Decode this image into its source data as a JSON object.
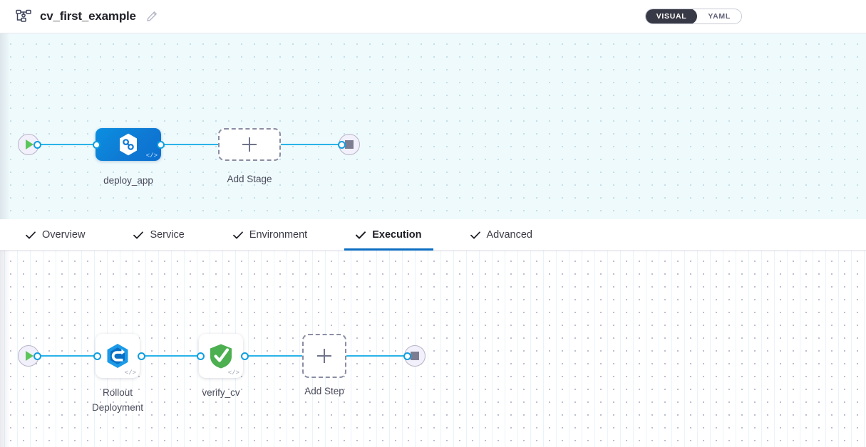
{
  "header": {
    "pipeline_icon": "pipeline-flow-icon",
    "title": "cv_first_example",
    "edit_icon": "pencil-edit-icon",
    "view_toggle": {
      "visual_label": "VISUAL",
      "yaml_label": "YAML",
      "selected": "VISUAL"
    }
  },
  "tabs": [
    {
      "label": "Overview",
      "icon": "check-icon",
      "active": false
    },
    {
      "label": "Service",
      "icon": "check-icon",
      "active": false
    },
    {
      "label": "Environment",
      "icon": "check-icon",
      "active": false
    },
    {
      "label": "Execution",
      "icon": "check-icon",
      "active": true
    },
    {
      "label": "Advanced",
      "icon": "check-icon",
      "active": false
    }
  ],
  "stage_canvas": {
    "start_icon": "play-start-icon",
    "end_icon": "stop-end-icon",
    "stage": {
      "label": "deploy_app",
      "icon": "harness-hexagon-infinity-icon",
      "code_glyph": "</>"
    },
    "add_stage": {
      "label": "Add Stage",
      "icon": "plus-icon"
    }
  },
  "execution_canvas": {
    "start_icon": "play-start-icon",
    "end_icon": "stop-end-icon",
    "steps": [
      {
        "label": "Rollout\nDeployment",
        "icon": "rollout-deployment-icon",
        "code_glyph": "</>"
      },
      {
        "label": "verify_cv",
        "icon": "green-shield-check-icon",
        "code_glyph": "</>"
      }
    ],
    "add_step": {
      "label": "Add Step",
      "icon": "plus-icon"
    }
  },
  "colors": {
    "accent_blue": "#0b6ec2",
    "wire_blue": "#29b3e8",
    "stage_blue": "#0e7ad4",
    "verify_green": "#4caf50",
    "toggle_dark": "#383946",
    "canvas_top_bg": "#effafc"
  }
}
